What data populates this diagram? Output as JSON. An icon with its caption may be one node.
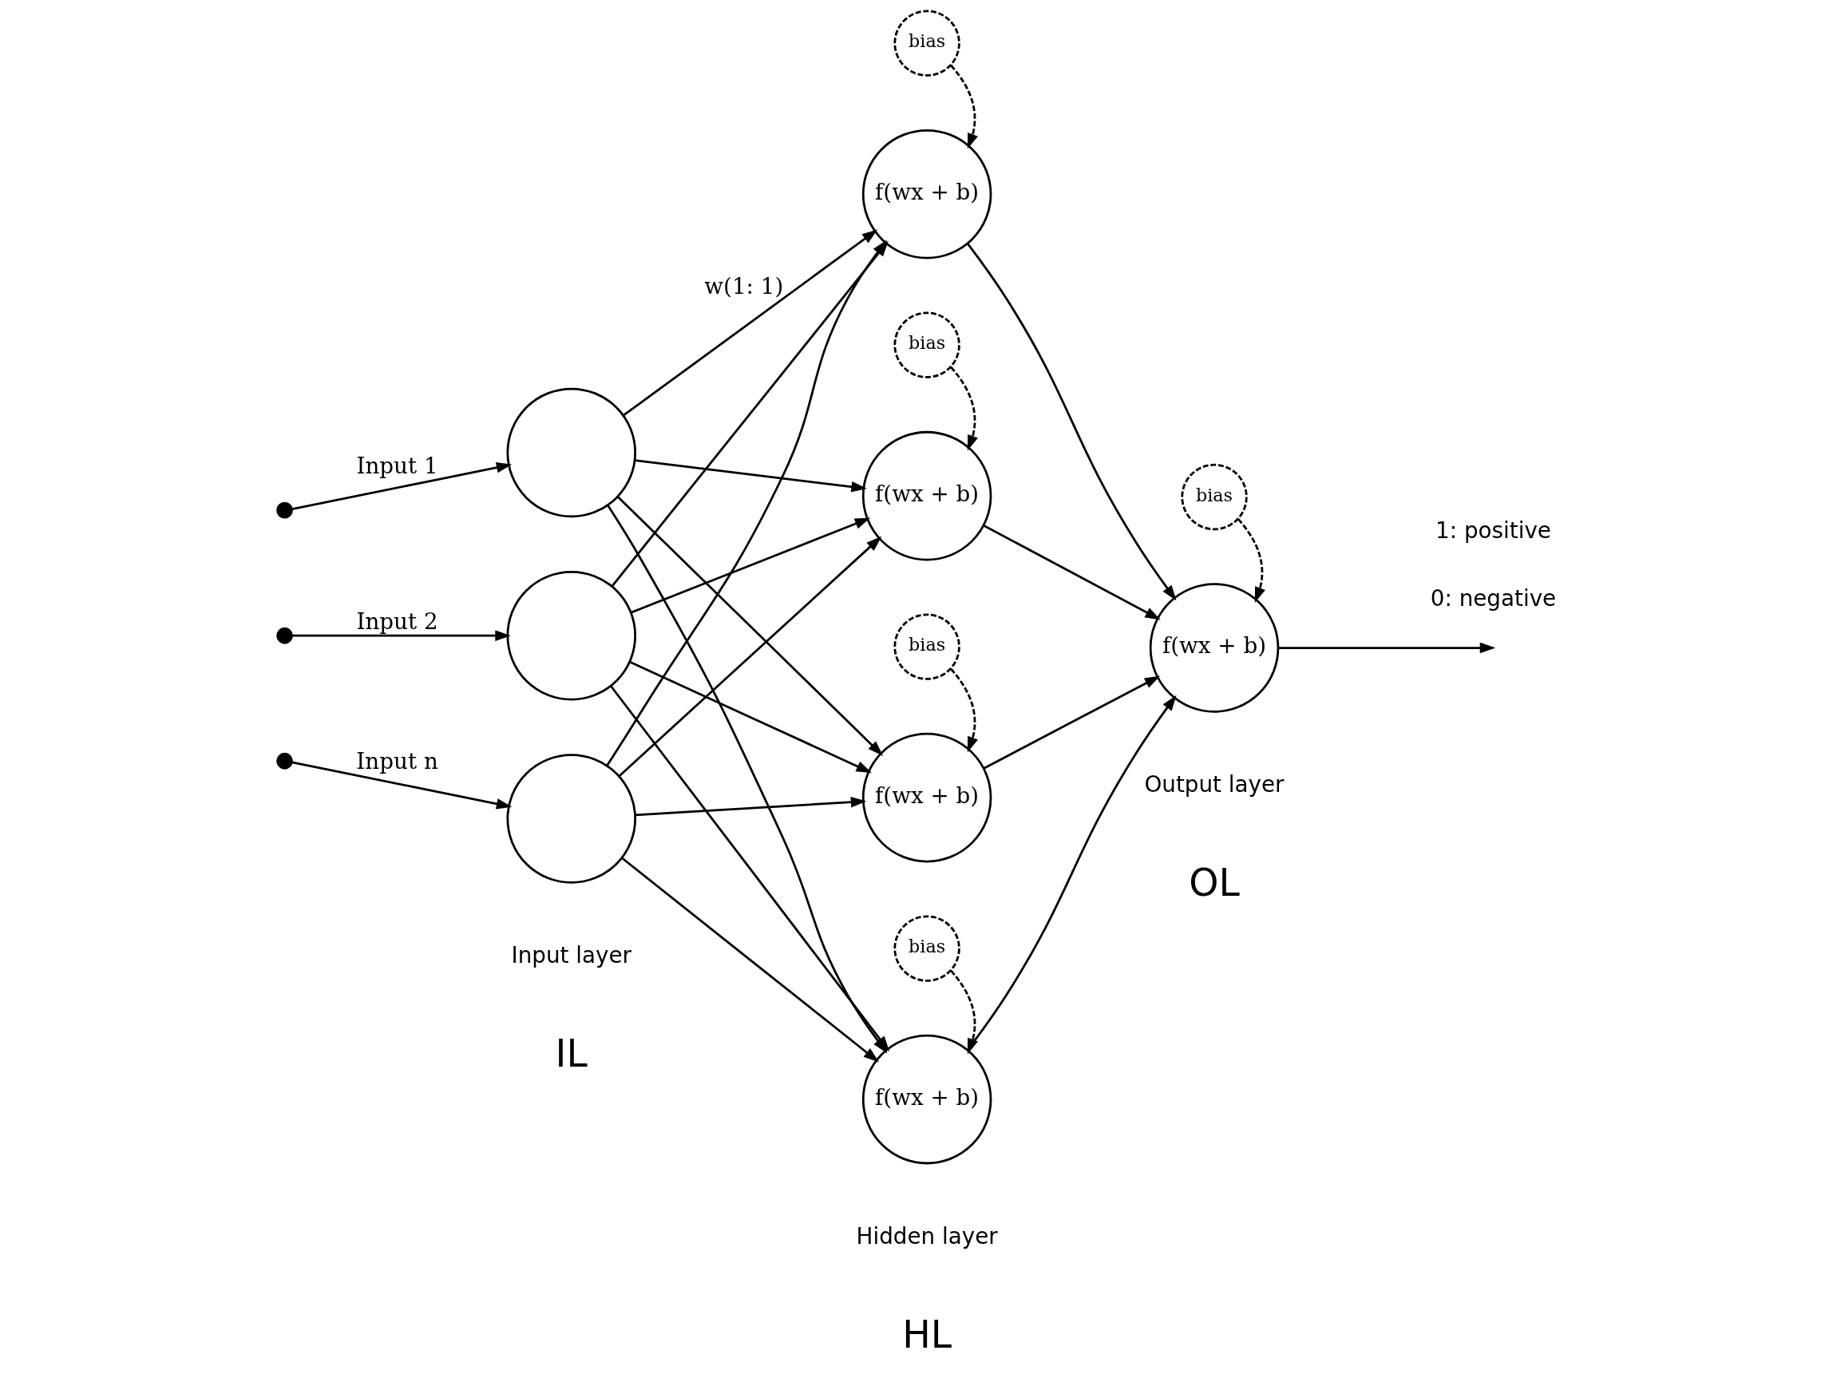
{
  "diagram": {
    "nodes": [
      {
        "text": [],
        "shape": "dot"
      },
      {
        "text": [],
        "shape": "dot"
      },
      {
        "text": [],
        "shape": "dot"
      },
      {
        "text": [],
        "shape": "circle"
      },
      {
        "text": [],
        "shape": "circle"
      },
      {
        "text": [],
        "shape": "circle"
      },
      {
        "text": [
          "bias"
        ]
      },
      {
        "text": [
          "f(wx + b)"
        ]
      },
      {
        "text": [
          "bias"
        ]
      },
      {
        "text": [
          "f(wx + b)"
        ]
      },
      {
        "text": [
          "bias"
        ]
      },
      {
        "text": [
          "f(wx + b)"
        ]
      },
      {
        "text": [
          "bias"
        ]
      },
      {
        "text": [
          "f(wx + b)"
        ]
      },
      {
        "text": [
          "bias"
        ]
      },
      {
        "text": [
          "f(wx + b)"
        ]
      }
    ],
    "edges": [
      {
        "from": 0,
        "to": 3,
        "arrow": "to",
        "label": "Input 1"
      },
      {
        "from": 1,
        "to": 4,
        "arrow": "to",
        "label": "Input 2"
      },
      {
        "from": 2,
        "to": 5,
        "arrow": "to",
        "label": "Input n"
      },
      {
        "from": 3,
        "to": 7,
        "arrow": "to",
        "label": "w(1: 1)"
      },
      {
        "from": 3,
        "to": 9,
        "arrow": "to"
      },
      {
        "from": 3,
        "to": 11,
        "arrow": "to"
      },
      {
        "from": 3,
        "to": 13,
        "arrow": "to"
      },
      {
        "from": 4,
        "to": 7,
        "arrow": "to"
      },
      {
        "from": 4,
        "to": 9,
        "arrow": "to"
      },
      {
        "from": 4,
        "to": 11,
        "arrow": "to"
      },
      {
        "from": 4,
        "to": 13,
        "arrow": "to"
      },
      {
        "from": 5,
        "to": 7,
        "arrow": "to"
      },
      {
        "from": 5,
        "to": 9,
        "arrow": "to"
      },
      {
        "from": 5,
        "to": 11,
        "arrow": "to"
      },
      {
        "from": 5,
        "to": 13,
        "arrow": "to"
      },
      {
        "from": 6,
        "to": 7,
        "arrow": "to",
        "style": "dashed"
      },
      {
        "from": 8,
        "to": 9,
        "arrow": "to",
        "style": "dashed"
      },
      {
        "from": 10,
        "to": 11,
        "arrow": "to",
        "style": "dashed"
      },
      {
        "from": 12,
        "to": 13,
        "arrow": "to",
        "style": "dashed"
      },
      {
        "from": 14,
        "to": 15,
        "arrow": "to",
        "style": "dashed"
      },
      {
        "from": 7,
        "to": 15,
        "arrow": "to"
      },
      {
        "from": 9,
        "to": 15,
        "arrow": "to"
      },
      {
        "from": 11,
        "to": 15,
        "arrow": "to"
      },
      {
        "from": 13,
        "to": 15,
        "arrow": "to"
      },
      {
        "from": 15,
        "to": null,
        "arrow": "to"
      }
    ],
    "labels": [
      "Input layer",
      "IL",
      "Hidden layer",
      "HL",
      "Output layer",
      "OL",
      "0: negative",
      "1: positive"
    ]
  }
}
